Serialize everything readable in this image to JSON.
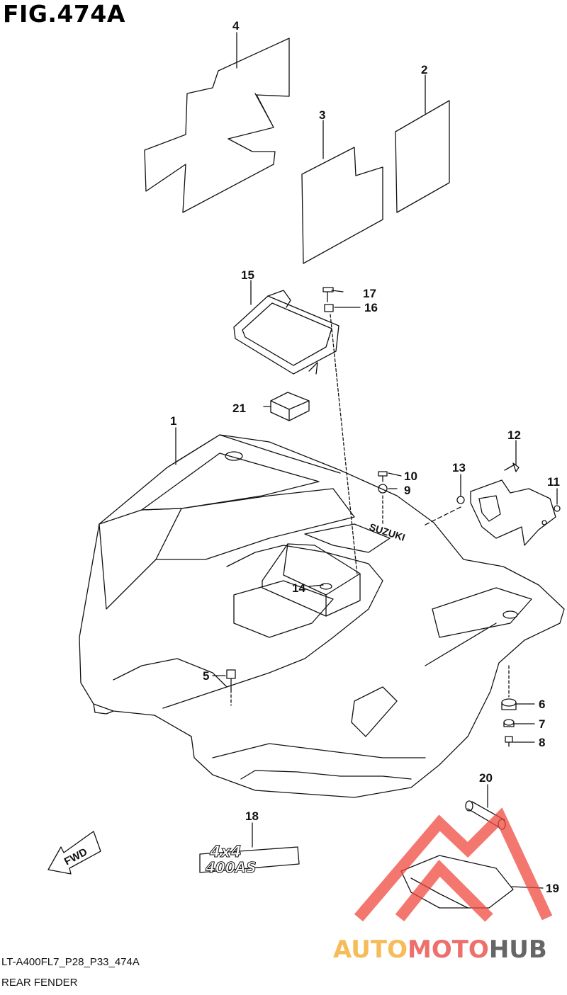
{
  "figure": {
    "title": "FIG.474A",
    "part_code": "LT-A400FL7_P28_P33_474A",
    "part_name": "REAR FENDER"
  },
  "callouts": [
    "1",
    "2",
    "3",
    "4",
    "5",
    "6",
    "7",
    "8",
    "9",
    "10",
    "11",
    "12",
    "13",
    "14",
    "15",
    "16",
    "17",
    "18",
    "19",
    "20",
    "21"
  ],
  "labels": {
    "fender_logo": "SUZUKI",
    "decal_4x4": "4x4",
    "decal_model": "400AS",
    "fwd_arrow": "FWD"
  },
  "watermark": {
    "part1": "AUTO",
    "part2": "MOTO",
    "part3": "HUB",
    "color_orange": "#f5a623",
    "color_red": "#e8413c",
    "color_dark": "#333333"
  },
  "colors": {
    "line": "#111111",
    "watermark_triangle": "#f04a3e"
  }
}
